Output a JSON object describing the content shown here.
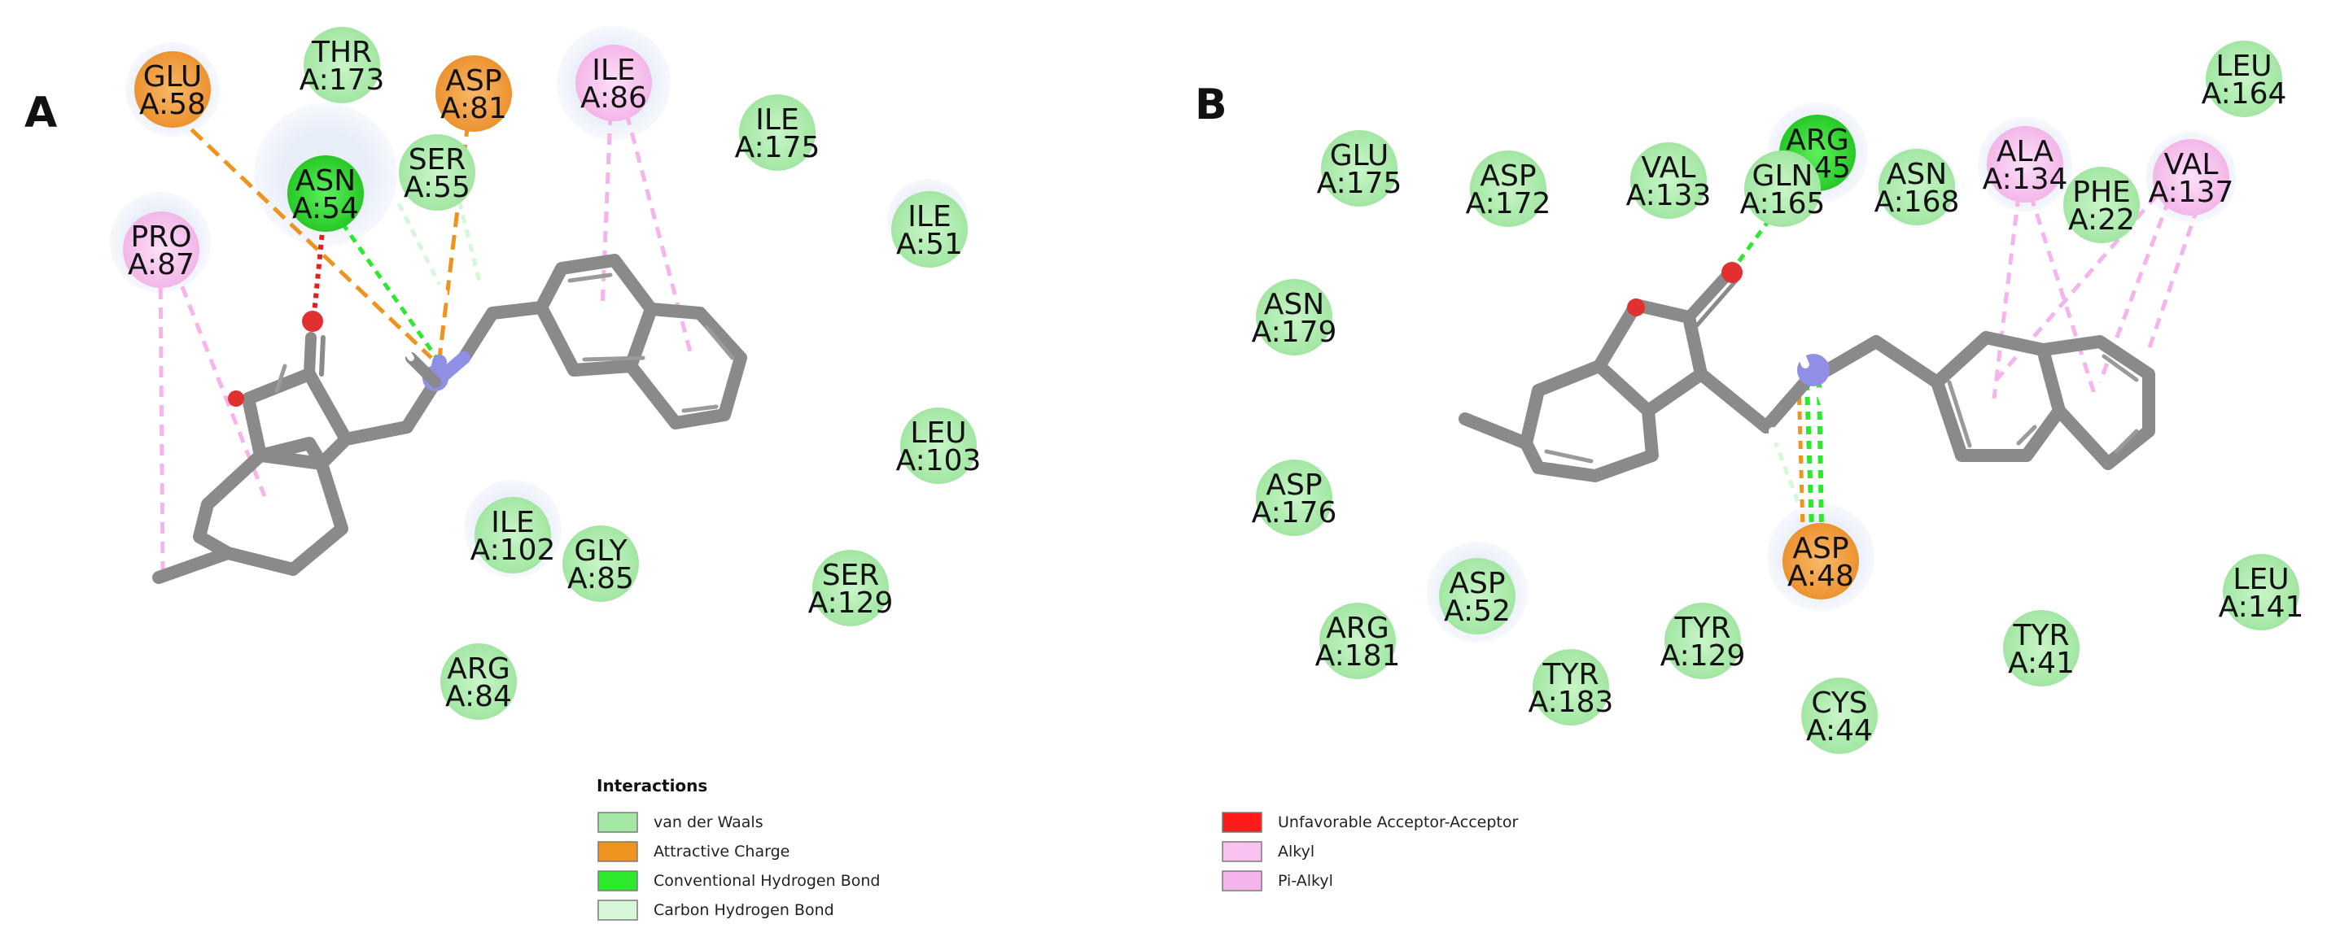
{
  "panels": [
    {
      "letter": "A",
      "residues": [
        {
          "name": "GLU",
          "num": "A:58",
          "kind": "charge"
        },
        {
          "name": "THR",
          "num": "A:173",
          "kind": "vdw"
        },
        {
          "name": "ASP",
          "num": "A:81",
          "kind": "charge"
        },
        {
          "name": "ILE",
          "num": "A:86",
          "kind": "alkyl"
        },
        {
          "name": "ILE",
          "num": "A:175",
          "kind": "vdw"
        },
        {
          "name": "ASN",
          "num": "A:54",
          "kind": "hbond"
        },
        {
          "name": "SER",
          "num": "A:55",
          "kind": "vdw"
        },
        {
          "name": "PRO",
          "num": "A:87",
          "kind": "alkyl"
        },
        {
          "name": "ILE",
          "num": "A:51",
          "kind": "vdw"
        },
        {
          "name": "LEU",
          "num": "A:103",
          "kind": "vdw"
        },
        {
          "name": "ILE",
          "num": "A:102",
          "kind": "vdw"
        },
        {
          "name": "GLY",
          "num": "A:85",
          "kind": "vdw"
        },
        {
          "name": "SER",
          "num": "A:129",
          "kind": "vdw"
        },
        {
          "name": "ARG",
          "num": "A:84",
          "kind": "vdw"
        }
      ]
    },
    {
      "letter": "B",
      "residues": [
        {
          "name": "LEU",
          "num": "A:164",
          "kind": "vdw"
        },
        {
          "name": "GLU",
          "num": "A:175",
          "kind": "vdw"
        },
        {
          "name": "ASP",
          "num": "A:172",
          "kind": "vdw"
        },
        {
          "name": "VAL",
          "num": "A:133",
          "kind": "vdw"
        },
        {
          "name": "ARG",
          "num": "A:45",
          "kind": "hbond"
        },
        {
          "name": "GLN",
          "num": "A:165",
          "kind": "vdw"
        },
        {
          "name": "ASN",
          "num": "A:168",
          "kind": "vdw"
        },
        {
          "name": "ALA",
          "num": "A:134",
          "kind": "alkyl"
        },
        {
          "name": "PHE",
          "num": "A:22",
          "kind": "vdw"
        },
        {
          "name": "VAL",
          "num": "A:137",
          "kind": "alkyl"
        },
        {
          "name": "ASN",
          "num": "A:179",
          "kind": "vdw"
        },
        {
          "name": "ASP",
          "num": "A:176",
          "kind": "vdw"
        },
        {
          "name": "ASP",
          "num": "A:48",
          "kind": "charge"
        },
        {
          "name": "LEU",
          "num": "A:141",
          "kind": "vdw"
        },
        {
          "name": "ASP",
          "num": "A:52",
          "kind": "vdw"
        },
        {
          "name": "ARG",
          "num": "A:181",
          "kind": "vdw"
        },
        {
          "name": "TYR",
          "num": "A:129",
          "kind": "vdw"
        },
        {
          "name": "TYR",
          "num": "A:41",
          "kind": "vdw"
        },
        {
          "name": "TYR",
          "num": "A:183",
          "kind": "vdw"
        },
        {
          "name": "CYS",
          "num": "A:44",
          "kind": "vdw"
        }
      ]
    }
  ],
  "legend": {
    "title": "Interactions",
    "items": [
      {
        "label": "van der Waals",
        "color": "#a3e8a3"
      },
      {
        "label": "Attractive Charge",
        "color": "#f0921e"
      },
      {
        "label": "Conventional Hydrogen Bond",
        "color": "#2ee82e"
      },
      {
        "label": "Carbon Hydrogen Bond",
        "color": "#d8f6d8"
      },
      {
        "label": "Unfavorable Acceptor-Acceptor",
        "color": "#ff1a1a"
      },
      {
        "label": "Alkyl",
        "color": "#f7c2ee"
      },
      {
        "label": "Pi-Alkyl",
        "color": "#f5b4ec"
      }
    ]
  },
  "colors": {
    "vdw": "#b4eeb4",
    "charge": "#f3a549",
    "hbond": "#3ddc3d",
    "alkyl": "#f8c4ef",
    "bond": "#8a8a8a",
    "nitrogen": "#8f8fe6",
    "oxygen": "#e03030"
  }
}
